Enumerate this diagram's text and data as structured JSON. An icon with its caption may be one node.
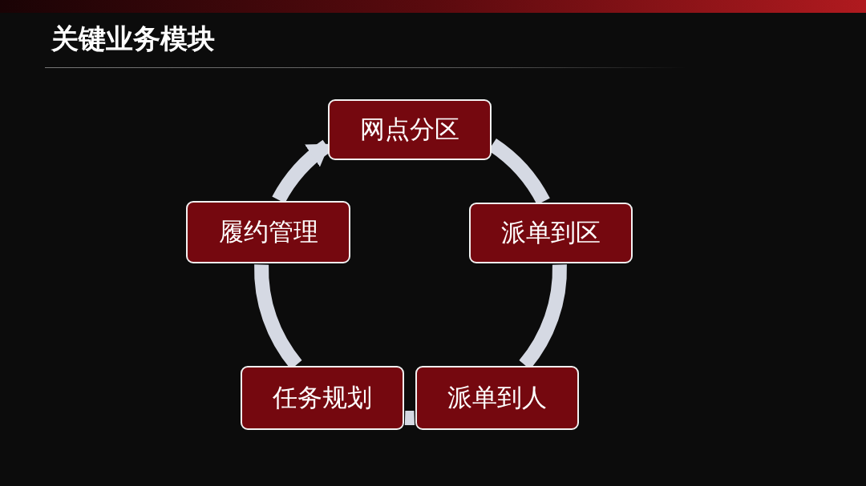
{
  "diagram": {
    "title": "关键业务模块",
    "nodes": [
      {
        "text": [
          "网点分区"
        ]
      },
      {
        "text": [
          "派单到区"
        ]
      },
      {
        "text": [
          "派单到人"
        ]
      },
      {
        "text": [
          "任务规划"
        ]
      },
      {
        "text": [
          "履约管理"
        ]
      }
    ],
    "edges": [
      {
        "from": 0,
        "to": 1,
        "arrow": "none"
      },
      {
        "from": 1,
        "to": 2,
        "arrow": "none"
      },
      {
        "from": 2,
        "to": 3,
        "arrow": "none"
      },
      {
        "from": 3,
        "to": 4,
        "arrow": "none"
      },
      {
        "from": 4,
        "to": 0,
        "arrow": "to"
      }
    ]
  }
}
